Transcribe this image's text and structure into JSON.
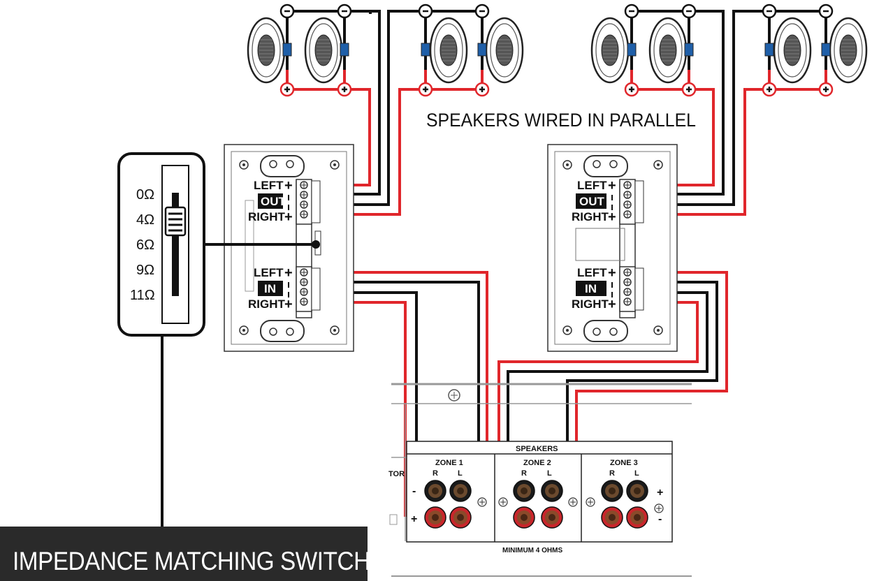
{
  "title": "SPEAKERS WIRED IN PARALLEL",
  "caption": "IMPEDANCE MATCHING SWITCH",
  "impedance_switch": {
    "settings": [
      "0Ω",
      "4Ω",
      "6Ω",
      "9Ω",
      "11Ω"
    ],
    "selected": "4Ω"
  },
  "volume_controls": [
    {
      "out_left": "LEFT",
      "out_label": "OUT",
      "out_right": "RIGHT",
      "in_left": "LEFT",
      "in_label": "IN",
      "in_right": "RIGHT"
    },
    {
      "out_left": "LEFT",
      "out_label": "OUT",
      "out_right": "RIGHT",
      "in_left": "LEFT",
      "in_label": "IN",
      "in_right": "RIGHT"
    }
  ],
  "polarity": {
    "plus": "+",
    "minus": "-"
  },
  "speaker_terminal_symbols": {
    "negative": "⊖",
    "positive": "⊕"
  },
  "amplifier": {
    "section_label": "SPEAKERS",
    "zones": [
      {
        "name": "ZONE 1",
        "r": "R",
        "l": "L"
      },
      {
        "name": "ZONE 2",
        "r": "R",
        "l": "L"
      },
      {
        "name": "ZONE 3",
        "r": "R",
        "l": "L"
      }
    ],
    "footer": "MINIMUM 4 OHMS",
    "side_label": "TOR",
    "terminal_plus": "+",
    "terminal_minus": "-"
  },
  "colors": {
    "positive_wire": "#e0262b",
    "negative_wire": "#111111",
    "speaker_clip": "#1f5fa8",
    "binding_post_red": "#c8262b",
    "binding_post_black": "#2a2a2a"
  }
}
